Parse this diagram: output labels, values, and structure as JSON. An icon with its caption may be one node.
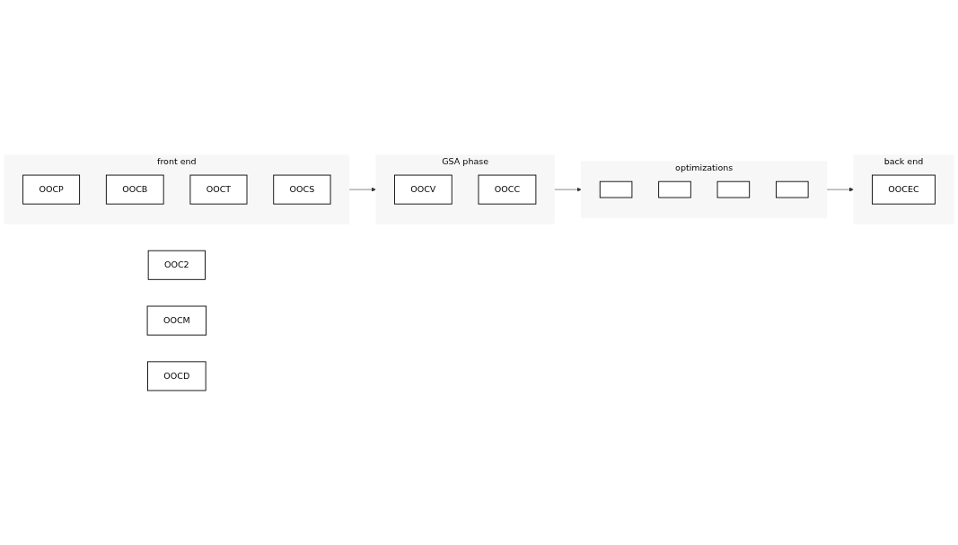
{
  "diagram": {
    "nodes": [
      {
        "text": [
          "OOC2"
        ]
      },
      {
        "text": [
          "front end"
        ]
      },
      {
        "text": [
          "OOCP"
        ],
        "in": 1
      },
      {
        "text": [
          "OOCB"
        ],
        "in": 1
      },
      {
        "text": [
          "OOCT"
        ],
        "in": 1
      },
      {
        "text": [
          "OOCS"
        ],
        "in": 1
      },
      {
        "text": [
          "GSA phase"
        ]
      },
      {
        "text": [
          "OOCV"
        ],
        "in": 6
      },
      {
        "text": [
          "OOCC"
        ],
        "in": 6
      },
      {
        "text": [
          "optimizations"
        ]
      },
      {
        "text": [],
        "shape": "box",
        "in": 9
      },
      {
        "text": [],
        "shape": "box",
        "in": 9
      },
      {
        "text": [],
        "shape": "box",
        "in": 9
      },
      {
        "text": [],
        "shape": "box",
        "in": 9
      },
      {
        "text": [
          "back end"
        ]
      },
      {
        "text": [
          "OOCEC"
        ],
        "in": 14
      },
      {
        "text": [
          "OOCM"
        ]
      },
      {
        "text": [
          "OOCD"
        ]
      }
    ],
    "edges": [
      {
        "from": 1,
        "to": 6,
        "arrow": "to"
      },
      {
        "from": 6,
        "to": 9,
        "arrow": "to"
      },
      {
        "from": 9,
        "to": 14,
        "arrow": "to"
      }
    ]
  }
}
